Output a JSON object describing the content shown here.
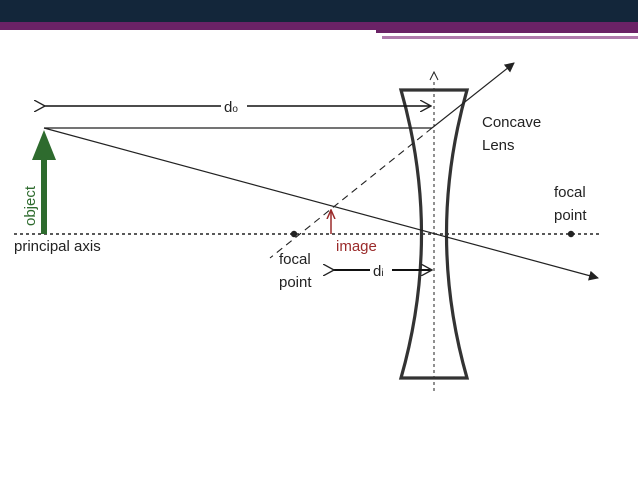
{
  "colors": {
    "header": "#13263a",
    "accent": "#6b2266",
    "accent_light": "#b07aac",
    "object": "#2e6b2e",
    "image": "#9a2a2a",
    "line": "#222222"
  },
  "labels": {
    "d_o": "d",
    "d_o_sub": "o",
    "d_i": "d",
    "d_i_sub": "i",
    "lens_line1": "Concave",
    "lens_line2": "Lens",
    "object": "object",
    "principal_axis": "principal axis",
    "image": "image",
    "focal_left_1": "focal",
    "focal_left_2": "point",
    "focal_right_1": "focal",
    "focal_right_2": "point"
  }
}
